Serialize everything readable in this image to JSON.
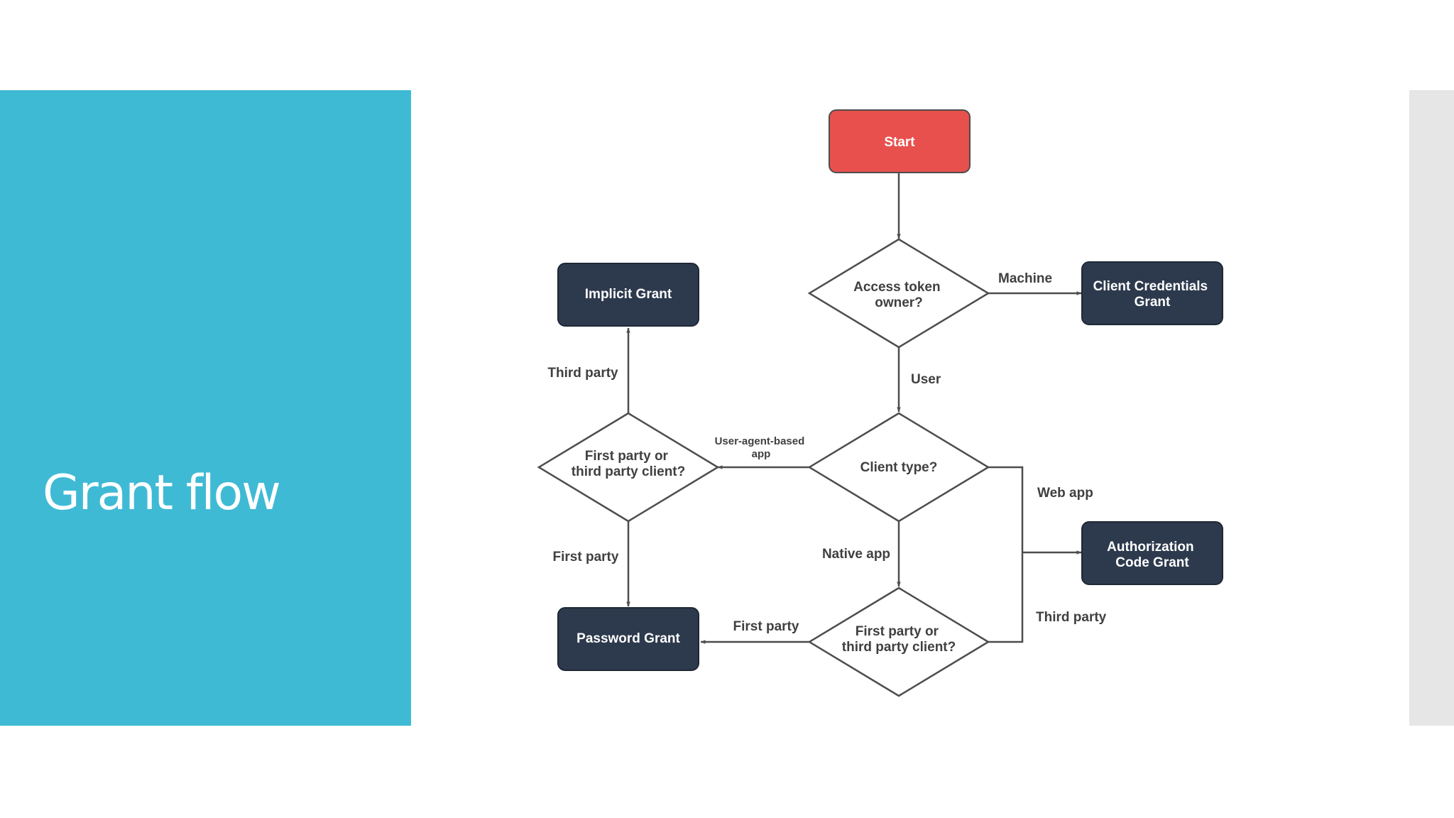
{
  "slide": {
    "title": "Grant flow",
    "accent_color": "#3fbad5"
  },
  "diagram": {
    "colors": {
      "start": "#e8504d",
      "grant_box": "#2d3a4d",
      "line": "#4d4d4d",
      "text_dark": "#404040"
    },
    "nodes": {
      "start": "Start",
      "access_token_owner": [
        "Access token",
        "owner?"
      ],
      "client_credentials": [
        "Client Credentials",
        "Grant"
      ],
      "implicit": "Implicit Grant",
      "client_type": "Client type?",
      "first_or_third_left": [
        "First party or",
        "third party client?"
      ],
      "authorization_code": [
        "Authorization",
        "Code Grant"
      ],
      "password": "Password Grant",
      "first_or_third_bottom": [
        "First party or",
        "third party client?"
      ]
    },
    "edges": {
      "machine": "Machine",
      "user": "User",
      "user_agent": [
        "User-agent-based",
        "app"
      ],
      "third_party_left": "Third party",
      "first_party_left": "First party",
      "web_app": "Web app",
      "native_app": "Native app",
      "first_party_bottom": "First party",
      "third_party_right": "Third party"
    }
  }
}
